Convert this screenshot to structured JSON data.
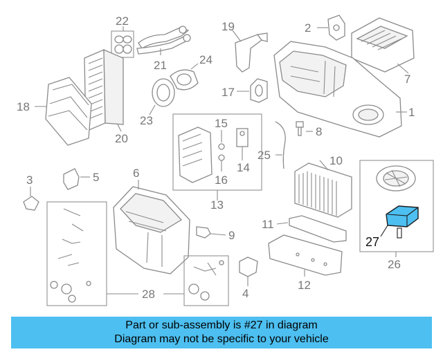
{
  "callouts": {
    "c1": "1",
    "c2": "2",
    "c3": "3",
    "c4": "4",
    "c5": "5",
    "c6": "6",
    "c7": "7",
    "c8": "8",
    "c9": "9",
    "c10": "10",
    "c11": "11",
    "c12": "12",
    "c13": "13",
    "c14": "14",
    "c15": "15",
    "c16": "16",
    "c17": "17",
    "c18": "18",
    "c19": "19",
    "c20": "20",
    "c21": "21",
    "c22": "22",
    "c23": "23",
    "c24": "24",
    "c25": "25",
    "c26": "26",
    "c27": "27",
    "c28": "28"
  },
  "highlight": {
    "part_number": "27",
    "color": "#4dbff0"
  },
  "banner": {
    "line1": "Part or sub-assembly is #27 in diagram",
    "line2": "Diagram may not be specific to your vehicle",
    "background": "#4dbff0"
  }
}
